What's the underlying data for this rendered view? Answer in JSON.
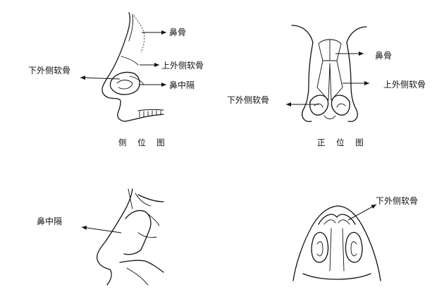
{
  "panels": {
    "side_view": {
      "caption": "侧 位 图",
      "labels": {
        "nasal_bone": "鼻骨",
        "upper_lateral_cartilage": "上外侧软骨",
        "lower_lateral_cartilage": "下外侧软骨",
        "septum": "鼻中隔"
      }
    },
    "front_view": {
      "caption": "正 位 图",
      "labels": {
        "nasal_bone": "鼻骨",
        "upper_lateral_cartilage": "上外侧软骨",
        "lower_lateral_cartilage": "下外侧软骨"
      }
    },
    "septum_view": {
      "labels": {
        "septum": "鼻中隔"
      }
    },
    "base_view": {
      "labels": {
        "lower_lateral_cartilage": "下外侧软骨"
      }
    }
  }
}
